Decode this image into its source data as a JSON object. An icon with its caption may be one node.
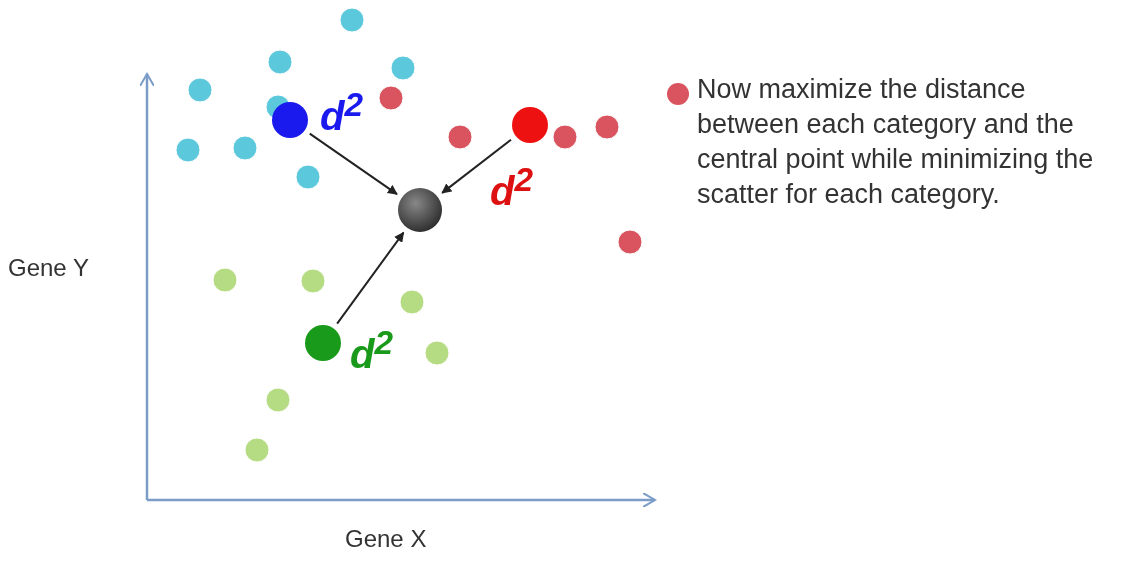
{
  "diagram": {
    "nodes": [
      {
        "text": [],
        "shape": "circle"
      },
      {
        "text": [],
        "shape": "circle"
      },
      {
        "text": [],
        "shape": "circle"
      },
      {
        "text": [],
        "shape": "circle"
      }
    ],
    "edges": [
      {
        "from": 0,
        "to": 2,
        "arrow": "to",
        "label": "d$^{2}$"
      },
      {
        "from": 3,
        "to": 2,
        "arrow": "to",
        "label": "d$^{2}$"
      },
      {
        "from": 1,
        "to": 2,
        "arrow": "to",
        "label": "d$^{2}$"
      }
    ],
    "labels": [
      "Now maximize the distance between each category and the central point while minimizing the scatter for each category.",
      "Gene Y",
      "Gene X"
    ]
  }
}
